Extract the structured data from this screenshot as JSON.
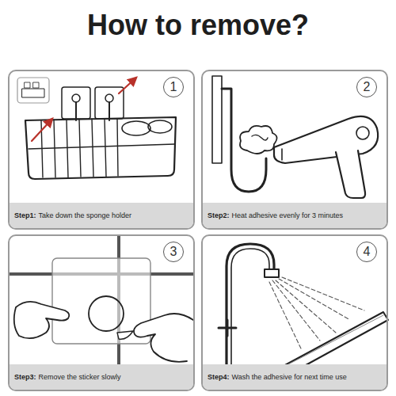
{
  "diagram": {
    "title": "How to remove?",
    "nodes": [
      {
        "text": [
          "Step1:",
          "Take down the sponge holder"
        ]
      },
      {
        "text": [
          "1"
        ],
        "in": 0
      },
      {
        "text": [
          "Step2:",
          "Heat adhesive evenly for 3 minutes"
        ]
      },
      {
        "text": [
          "2"
        ],
        "in": 2
      },
      {
        "text": [
          "Step3:",
          "Remove the sticker slowly"
        ]
      },
      {
        "text": [
          "3"
        ],
        "in": 4
      },
      {
        "text": [
          "Step4:",
          "Wash the adhesive for next time use"
        ]
      },
      {
        "text": [
          "4"
        ],
        "in": 6
      }
    ]
  }
}
